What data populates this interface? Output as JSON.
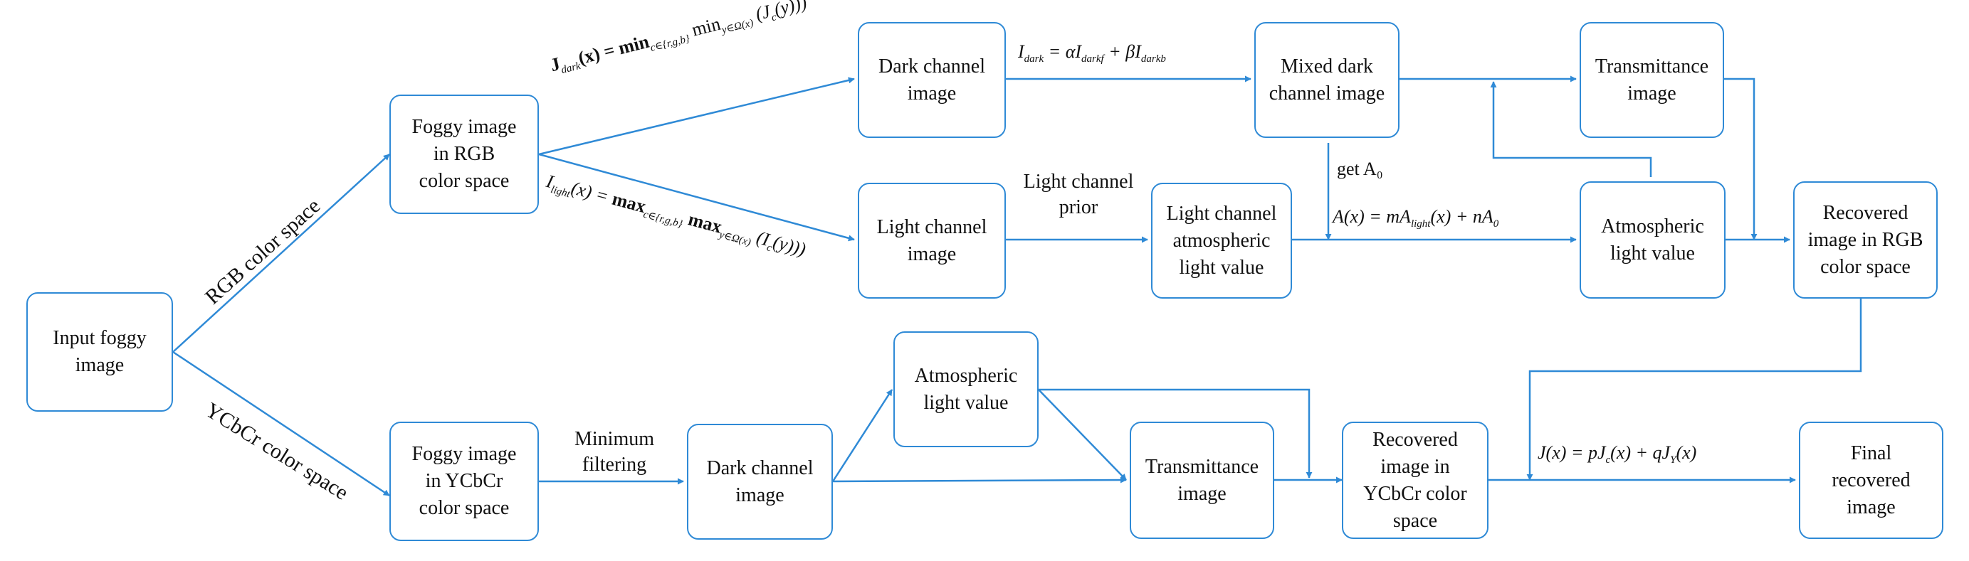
{
  "boxes": {
    "input": "Input foggy\nimage",
    "rgb": "Foggy image\nin RGB\ncolor space",
    "ycbcr": "Foggy image\nin YCbCr\ncolor space",
    "dark_top": "Dark channel\nimage",
    "light_top": "Light channel\nimage",
    "mixed": "Mixed dark\nchannel image",
    "light_atm": "Light channel\natmospheric\nlight value",
    "trans_top": "Transmittance\nimage",
    "atm_top": "Atmospheric\nlight value",
    "rec_rgb": "Recovered\nimage in RGB\ncolor space",
    "dark_bot": "Dark channel\nimage",
    "atm_bot": "Atmospheric\nlight value",
    "trans_bot": "Transmittance\nimage",
    "rec_ycbcr": "Recovered\nimage in\nYCbCr color\nspace",
    "final": "Final\nrecovered\nimage"
  },
  "labels": {
    "rgb_branch": "RGB color space",
    "ycbcr_branch": "YCbCr color space",
    "light_prior": "Light channel\nprior",
    "min_filter": "Minimum\nfiltering",
    "get_a0": "get A₀"
  },
  "equations": {
    "dark": {
      "lhs": "J",
      "lhs_sub": "dark",
      "arg": "(x) =",
      "op1": "min",
      "op1_sub": "c∈{r,g,b}",
      "op2": "min",
      "op2_sub": "y∈Ω(x)",
      "body": "(J",
      "body_sub": "c",
      "tail": "(y)))"
    },
    "light": {
      "lhs": "I",
      "lhs_sub": "light",
      "arg": "(x) =",
      "op1": "max",
      "op1_sub": "c∈{r,g,b}",
      "op2": "max",
      "op2_sub": "y∈Ω(x)",
      "body": "(I",
      "body_sub": "c",
      "tail": "(y)))"
    },
    "mix": {
      "lhs": "I",
      "lhs_sub": "dark",
      "eq": "= αI",
      "t1_sub": "darkf",
      "plus": "+ βI",
      "t2_sub": "darkb"
    },
    "atm": {
      "lhs": "A(x) = mA",
      "sub": "light",
      "rest": "(x) + nA",
      "sub2": "0"
    },
    "fusion": {
      "lhs": "J(x) = pJ",
      "sub1": "c",
      "mid": "(x) + qJ",
      "sub2": "Y",
      "tail": "(x)"
    }
  },
  "colors": {
    "line": "#2f8ad6",
    "text": "#111111"
  }
}
